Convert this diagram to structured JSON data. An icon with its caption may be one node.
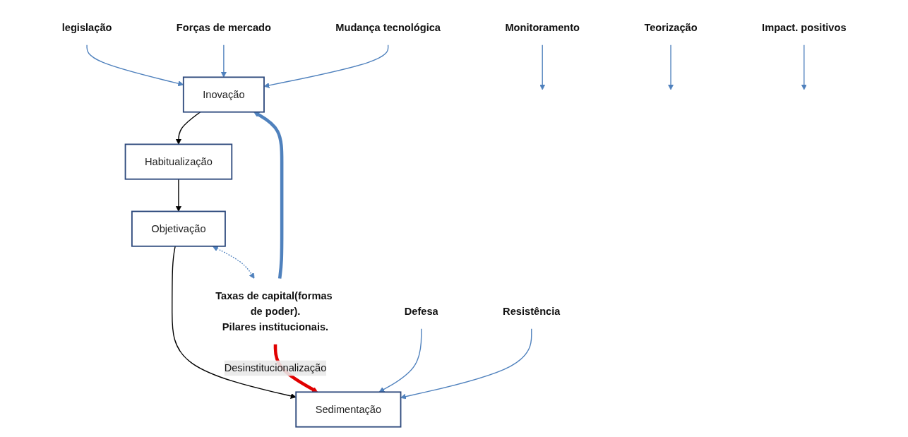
{
  "diagram": {
    "nodes": [
      {
        "text": [
          "Inovação"
        ]
      },
      {
        "text": [
          "legislação"
        ]
      },
      {
        "text": [
          "Forças de mercado"
        ]
      },
      {
        "text": [
          "Mudança tecnológica"
        ]
      },
      {
        "text": [
          "Taxas de capital(formas de poder).",
          "Pilares institucionais."
        ]
      },
      {
        "text": [
          "Habitualização"
        ]
      },
      {
        "text": [
          "Objetivação"
        ]
      },
      {
        "text": [
          "Sedimentação"
        ]
      },
      {
        "text": [
          "Monitoramento"
        ]
      },
      {
        "text": [
          "Teorização"
        ]
      },
      {
        "text": [
          "Impact. positivos"
        ]
      },
      {
        "text": [
          "Defesa"
        ]
      },
      {
        "text": [
          "Resistência"
        ]
      }
    ],
    "edges": [
      {
        "from": 1,
        "to": 0,
        "arrow": "to"
      },
      {
        "from": 2,
        "to": 0,
        "arrow": "to"
      },
      {
        "from": 3,
        "to": 0,
        "arrow": "to"
      },
      {
        "from": 4,
        "to": 0,
        "arrow": "to",
        "style": "thick"
      },
      {
        "from": 0,
        "to": 5,
        "arrow": "to",
        "color": "#000000"
      },
      {
        "from": 5,
        "to": 6,
        "arrow": "to",
        "color": "#000000"
      },
      {
        "from": 6,
        "to": 7,
        "arrow": "to",
        "color": "#000000"
      },
      {
        "from": 4,
        "to": 7,
        "arrow": "to",
        "label": "Desinstitucionalização",
        "style": "thick",
        "color": "#e00000"
      },
      {
        "from": 6,
        "to": 4,
        "arrow": "both",
        "style": "dashed"
      },
      {
        "from": 8,
        "to": null,
        "arrow": "to"
      },
      {
        "from": 9,
        "to": null,
        "arrow": "to"
      },
      {
        "from": 10,
        "to": null,
        "arrow": "to"
      },
      {
        "from": 11,
        "to": 7,
        "arrow": "to"
      },
      {
        "from": 12,
        "to": 7,
        "arrow": "to"
      }
    ]
  }
}
